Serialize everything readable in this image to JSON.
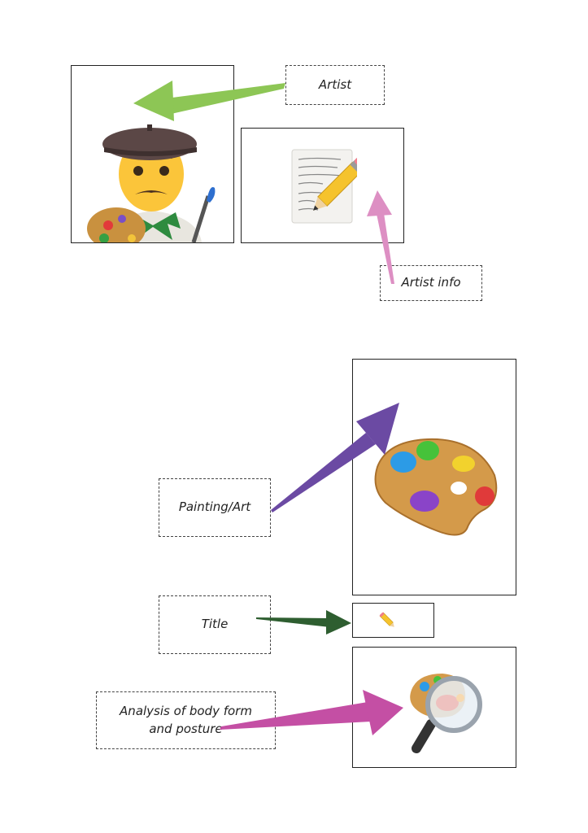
{
  "labels": {
    "artist": "Artist",
    "artist_info": "Artist info",
    "painting": "Painting/Art",
    "title": "Title",
    "analysis": "Analysis of body form and posture"
  },
  "arrow_colors": {
    "artist": "#8dc655",
    "artist_info": "#dd8fc3",
    "painting": "#6b4aa3",
    "title": "#2e5e30",
    "analysis": "#c44fa4"
  },
  "icons": {
    "artist_box": "artist-emoji-icon",
    "info_box": "memo-pencil-icon",
    "painting_box": "palette-icon",
    "title_box": "pencil-icon",
    "analysis_box": "palette-magnifier-icon"
  }
}
